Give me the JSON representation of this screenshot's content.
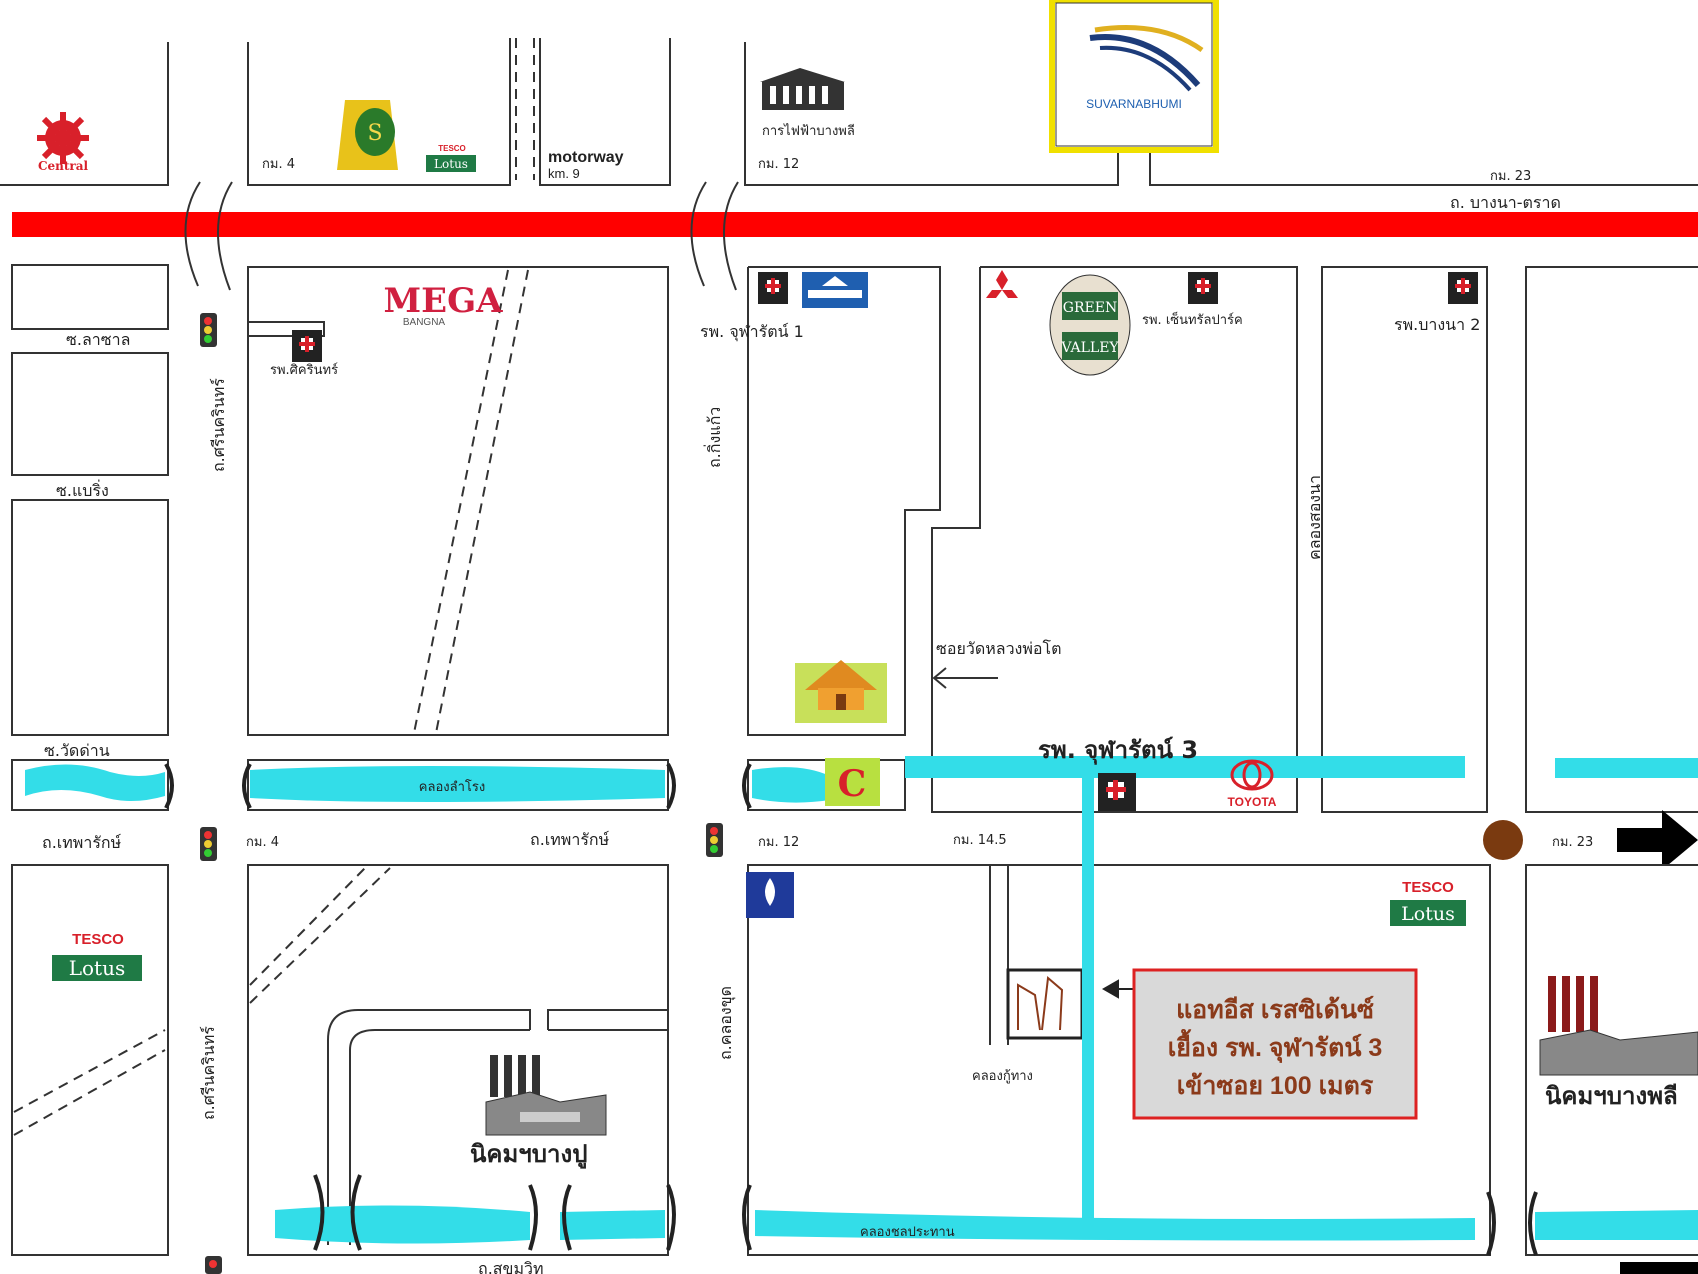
{
  "map": {
    "landmarks": {
      "central_logo": "Central",
      "mega": "MEGA",
      "mega_sub": "BANGNA",
      "suvarnabhumi": "SUVARNABHUMI",
      "tesco": "TESCO",
      "lotus": "Lotus",
      "toyota": "TOYOTA",
      "green_valley_1": "GREEN",
      "green_valley_2": "VALLEY",
      "motorway": "motorway",
      "motorway_km": "km. 9",
      "electric_authority": "การไฟฟ้าบางพลี",
      "destination_line1": "แอทอีส เรสซิเด้นซ์",
      "destination_line2": "เยื้อง รพ. จุฬารัตน์ 3",
      "destination_line3": "เข้าซอย 100 เมตร"
    },
    "roads": {
      "main_road": "ถ. บางนา-ตราด",
      "km4_top": "กม. 4",
      "km12_top": "กม. 12",
      "km23_top": "กม. 23",
      "km4_bottom": "กม. 4",
      "km12_bottom": "กม. 12",
      "km145": "กม. 14.5",
      "km23_bottom": "กม. 23",
      "thepharak_left": "ถ.เทพารักษ์",
      "thepharak_mid": "ถ.เทพารักษ์",
      "srinakarin_top": "ถ.ศรีนครินทร์",
      "srinakarin_bottom": "ถ.ศรีนครินทร์",
      "soi_lasalle": "ซ.ลาซาล",
      "soi_baering": "ซ.แบริ่ง",
      "soi_wat_dan": "ซ.วัดด่าน",
      "kingkaew": "ถ.กิ่งแก้ว",
      "khlong_song_nam": "คลองสองนา",
      "soi_wat_luang_pho_to": "ซอยวัดหลวงพ่อโต",
      "khlong_bang_chalong": "ถ.คลองขุด",
      "sukhumvit": "ถ.สุขุมวิท",
      "khlong_chu_ka": "คลองกู้ทาง"
    },
    "hospitals": {
      "sikarin": "รพ.ศิครินทร์",
      "chularat1": "รพ. จุฬารัตน์ 1",
      "chularat3": "รพ. จุฬารัตน์ 3",
      "central_park": "รพ. เซ็นทรัลปาร์ค",
      "bangna2": "รพ.บางนา 2"
    },
    "canals": {
      "khlong_lam_rong": "คลองลำโรง",
      "khlong_chon_prathan": "คลองชลประทาน"
    },
    "industrial": {
      "bangpu": "นิคมฯบางปู",
      "bangphli": "นิคมฯบางพลี"
    },
    "colors": {
      "highway": "#ff0000",
      "canal": "#33dde8",
      "destination_border": "#dd2222",
      "destination_text": "#8b3a1a",
      "destination_fill": "#d9d9d9"
    }
  }
}
